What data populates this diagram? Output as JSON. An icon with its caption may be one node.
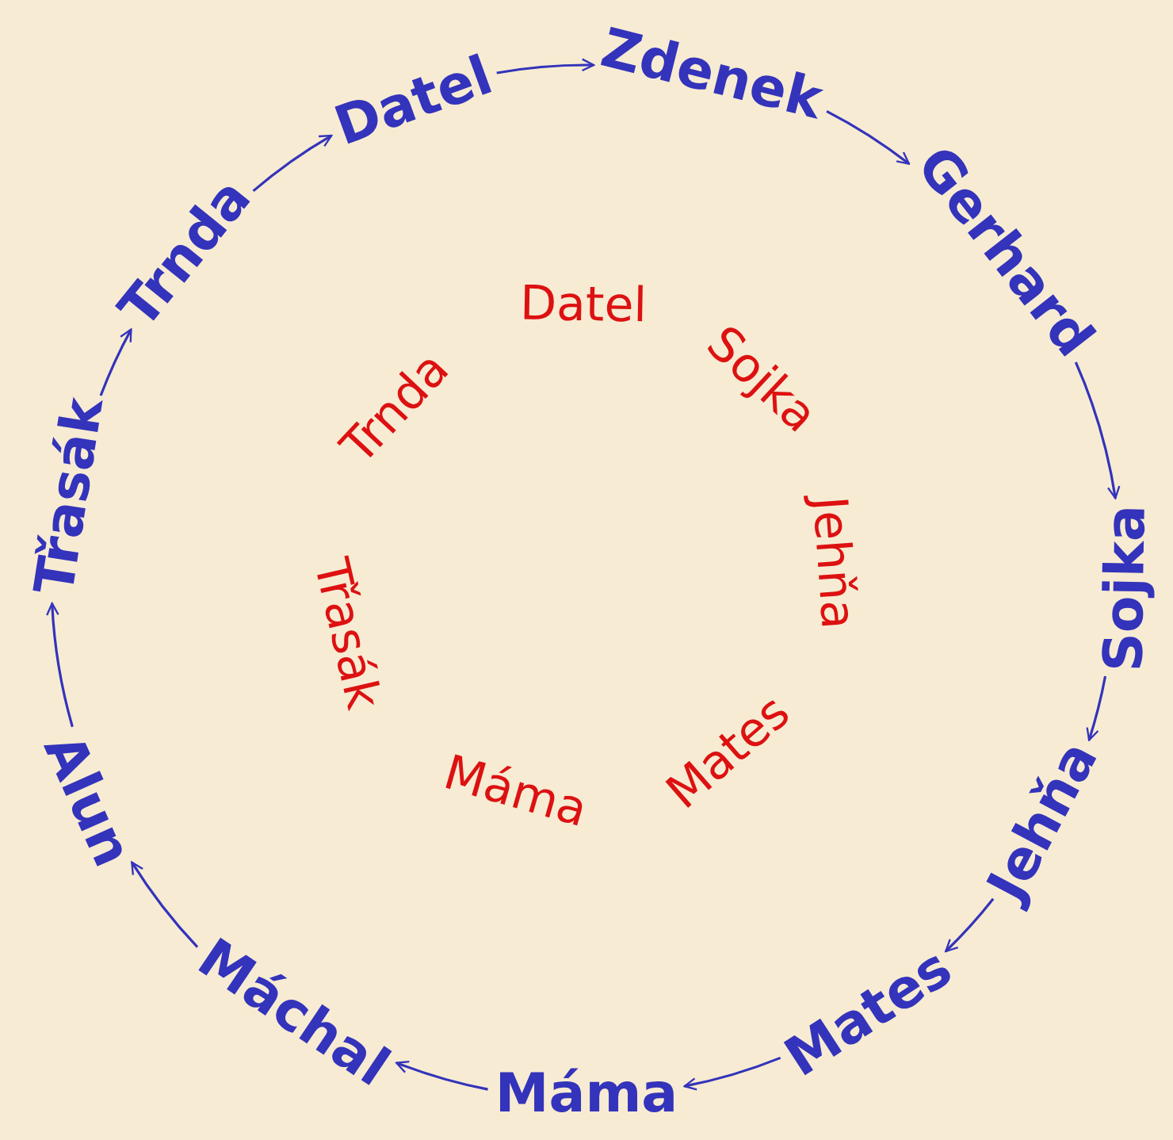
{
  "diagram": {
    "nodes": [
      {
        "text": [
          "Třasák"
        ]
      },
      {
        "text": [
          "Trnda"
        ]
      },
      {
        "text": [
          "Datel"
        ]
      },
      {
        "text": [
          "Zdenek"
        ]
      },
      {
        "text": [
          "Gerhard"
        ]
      },
      {
        "text": [
          "Sojka"
        ]
      },
      {
        "text": [
          "Jehňa"
        ]
      },
      {
        "text": [
          "Mates"
        ]
      },
      {
        "text": [
          "Máma"
        ]
      },
      {
        "text": [
          "Máchal"
        ]
      },
      {
        "text": [
          "Alun"
        ]
      }
    ],
    "edges": [
      {
        "from": 0,
        "to": 1,
        "arrow": "to"
      },
      {
        "from": 1,
        "to": 2,
        "arrow": "to"
      },
      {
        "from": 2,
        "to": 3,
        "arrow": "to"
      },
      {
        "from": 3,
        "to": 4,
        "arrow": "to"
      },
      {
        "from": 4,
        "to": 5,
        "arrow": "to"
      },
      {
        "from": 5,
        "to": 6,
        "arrow": "to"
      },
      {
        "from": 6,
        "to": 7,
        "arrow": "to"
      },
      {
        "from": 7,
        "to": 8,
        "arrow": "to"
      },
      {
        "from": 8,
        "to": 9,
        "arrow": "to"
      },
      {
        "from": 9,
        "to": 10,
        "arrow": "to"
      },
      {
        "from": 10,
        "to": 0,
        "arrow": "to"
      }
    ],
    "labels": [
      "Trnda",
      "Datel",
      "Sojka",
      "Jehňa",
      "Mates",
      "Máma",
      "Třasák"
    ]
  }
}
